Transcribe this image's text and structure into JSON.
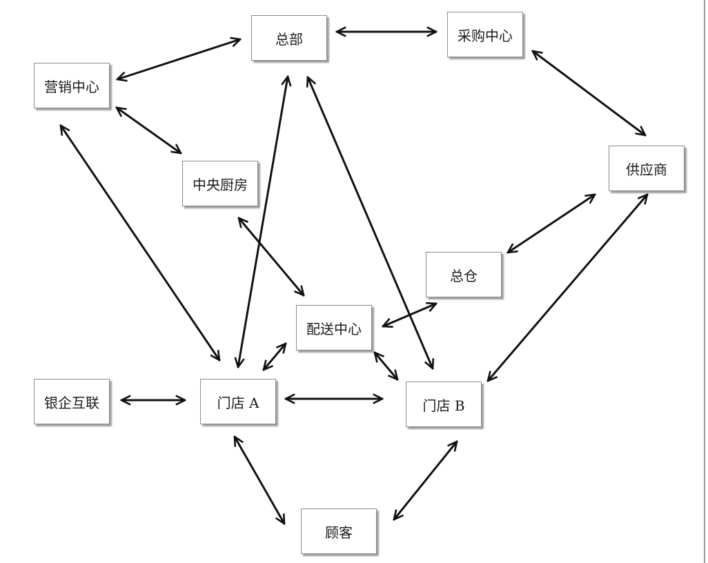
{
  "nodes": {
    "hq": "总部",
    "purchasing": "采购中心",
    "marketing": "营销中心",
    "central_kitchen": "中央厨房",
    "supplier": "供应商",
    "main_warehouse": "总仓",
    "distribution": "配送中心",
    "bank": "银企互联",
    "store_a": "门店 A",
    "store_b": "门店 B",
    "customer": "顾客"
  },
  "connections": [
    {
      "from": "总部",
      "to": "采购中心",
      "direction": "both"
    },
    {
      "from": "总部",
      "to": "营销中心",
      "direction": "both"
    },
    {
      "from": "采购中心",
      "to": "供应商",
      "direction": "both"
    },
    {
      "from": "营销中心",
      "to": "中央厨房",
      "direction": "both"
    },
    {
      "from": "营销中心",
      "to": "门店 A",
      "direction": "both"
    },
    {
      "from": "总部",
      "to": "门店 A",
      "direction": "both"
    },
    {
      "from": "总部",
      "to": "门店 B",
      "direction": "both"
    },
    {
      "from": "中央厨房",
      "to": "配送中心",
      "direction": "both"
    },
    {
      "from": "供应商",
      "to": "总仓",
      "direction": "both"
    },
    {
      "from": "总仓",
      "to": "配送中心",
      "direction": "both"
    },
    {
      "from": "配送中心",
      "to": "门店 A",
      "direction": "both"
    },
    {
      "from": "配送中心",
      "to": "门店 B",
      "direction": "both"
    },
    {
      "from": "供应商",
      "to": "门店 B",
      "direction": "both"
    },
    {
      "from": "银企互联",
      "to": "门店 A",
      "direction": "both"
    },
    {
      "from": "门店 A",
      "to": "门店 B",
      "direction": "both"
    },
    {
      "from": "门店 A",
      "to": "顾客",
      "direction": "both"
    },
    {
      "from": "门店 B",
      "to": "顾客",
      "direction": "both"
    }
  ],
  "colors": {
    "arrow": "#111111",
    "box_border": "#8a8a8a",
    "text": "#1a1a1a"
  }
}
